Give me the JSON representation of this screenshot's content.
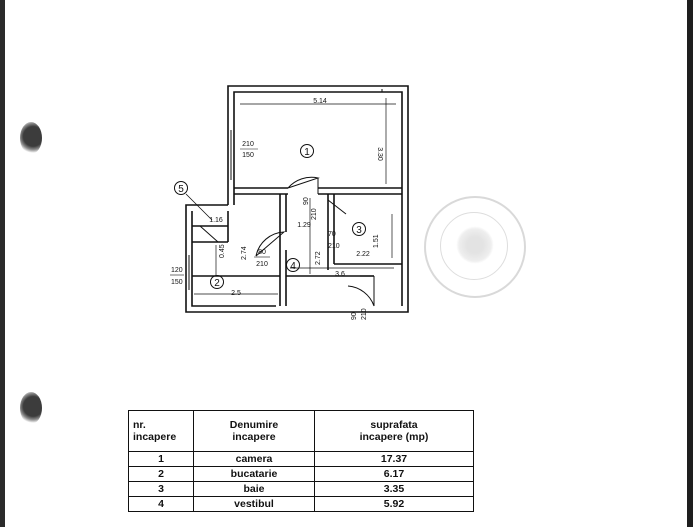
{
  "plan": {
    "room_numbers": [
      "1",
      "2",
      "3",
      "4",
      "5"
    ],
    "dimensions": {
      "top_width": "5.14",
      "right_height": "3.30",
      "window_left_top": "210",
      "window_left_bottom": "150",
      "door1_a": "90",
      "door1_b": "210",
      "width_129": "1.29",
      "width_116": "1.16",
      "height_045": "0.45",
      "height_274": "2.74",
      "height_272": "2.72",
      "door_bath_a": "70",
      "door_bath_b": "210",
      "height_151": "1.51",
      "width_222": "2.22",
      "width_36": "3.6",
      "door_kitchen_a": "80",
      "door_kitchen_b": "210",
      "window_kitchen_top": "120",
      "window_kitchen_bottom": "150",
      "width_25": "2.5",
      "door_entry_a": "90",
      "door_entry_b": "210"
    }
  },
  "table": {
    "headers": [
      "nr.\nincapere",
      "Denumire\nincapere",
      "suprafata\nincapere (mp)"
    ],
    "rows": [
      {
        "nr": "1",
        "name": "camera",
        "area": "17.37"
      },
      {
        "nr": "2",
        "name": "bucatarie",
        "area": "6.17"
      },
      {
        "nr": "3",
        "name": "baie",
        "area": "3.35"
      },
      {
        "nr": "4",
        "name": "vestibul",
        "area": "5.92"
      }
    ]
  }
}
